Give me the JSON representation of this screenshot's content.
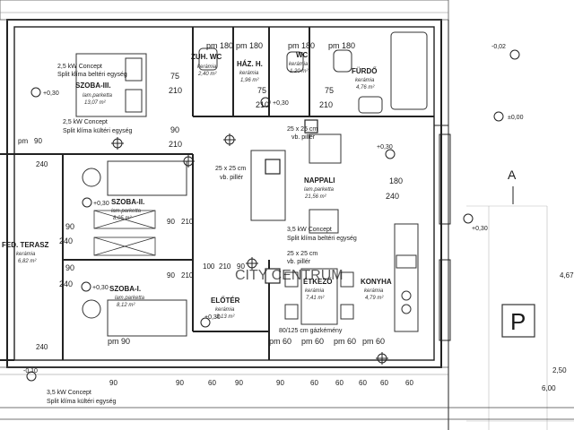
{
  "rooms": [
    {
      "id": "szoba3",
      "name": "SZOBA-III.",
      "floor": "lam.parketta",
      "area": "13,07 m²"
    },
    {
      "id": "zuh",
      "name": "ZUH. WC",
      "floor": "kerámia",
      "area": "2,40 m²"
    },
    {
      "id": "haz",
      "name": "HÁZ. H.",
      "floor": "kerámia",
      "area": "1,96 m²"
    },
    {
      "id": "wc",
      "name": "WC",
      "floor": "kerámia",
      "area": "1,20 m²"
    },
    {
      "id": "furdo",
      "name": "FÜRDŐ",
      "floor": "kerámia",
      "area": "4,76 m²"
    },
    {
      "id": "szoba2",
      "name": "SZOBA-II.",
      "floor": "lam.parketta",
      "area": "8,05 m²"
    },
    {
      "id": "nappali",
      "name": "NAPPALI",
      "floor": "lam.parketta",
      "area": "21,56 m²"
    },
    {
      "id": "terasz",
      "name": "FED. TERASZ",
      "floor": "kerámia",
      "area": "6,82 m²"
    },
    {
      "id": "szoba1",
      "name": "SZOBA-I.",
      "floor": "lam.parketta",
      "area": "8,12 m²"
    },
    {
      "id": "eloter",
      "name": "ELŐTÉR",
      "floor": "kerámia",
      "area": "3,13 m²"
    },
    {
      "id": "etkezo",
      "name": "ÉTKEZŐ",
      "floor": "kerámia",
      "area": "7,41 m²"
    },
    {
      "id": "konyha",
      "name": "KONYHA",
      "floor": "kerámia",
      "area": "4,79 m²"
    }
  ],
  "notes": {
    "ac_indoor_1": "2,5 kW Concept",
    "ac_indoor_1b": "Split klíma beltéri egység",
    "ac_outdoor_1": "2,5 kW Concept",
    "ac_outdoor_1b": "Split klíma kültéri egység",
    "pillar_1": "25 x 25 cm",
    "pillar_1b": "vb. pillér",
    "pillar_2": "25 x 25 cm",
    "pillar_2b": "vb. pillér",
    "pillar_3": "25 x 25 cm",
    "pillar_3b": "vb. pillér",
    "ac_indoor_2": "3,5 kW Concept",
    "ac_indoor_2b": "Split klíma beltéri egység",
    "chimney": "80/125 cm gázkémény",
    "ac_outdoor_2": "3,5 kW Concept",
    "ac_outdoor_2b": "Split klíma kültéri egység"
  },
  "levels": {
    "l1": "+0,30",
    "l2": "+0,30",
    "l3": "+0,30",
    "l4": "+0,30",
    "l5": "+0,30",
    "l6": "+0,30",
    "l7": "+0,30",
    "l8": "±0,00",
    "l9": "-0,02",
    "l10": "-0,10"
  },
  "dims": {
    "d_top_pm1": "pm 180",
    "d_top_pm2": "pm 180",
    "d_top_pm3": "pm 180",
    "d_top_pm4": "pm 180",
    "d_75_a": "75",
    "d_210_a": "210",
    "d_75_b": "75",
    "d_210_b": "210",
    "d_75_c": "75",
    "d_210_c": "210",
    "d_90_a": "90",
    "d_210_d": "210",
    "d_pm_left": "pm",
    "d_90_left": "90",
    "d_90_b": "90",
    "d_240_a": "240",
    "d_90_c": "90",
    "d_240_b": "240",
    "d_90_d": "90",
    "d_210_e": "210",
    "d_90_e": "90",
    "d_210_f": "210",
    "d_180_r": "180",
    "d_240_r": "240",
    "d_100": "100",
    "d_210_g": "210",
    "d_90_f": "90",
    "d_pm90_a": "pm 90",
    "d_pm60_a": "pm 60",
    "d_pm60_b": "pm 60",
    "d_pm60_c": "pm 60",
    "d_pm60_d": "pm 60",
    "d_240_l1": "240",
    "d_240_l2": "240",
    "d_b_90a": "90",
    "d_b_90b": "90",
    "d_b_90c": "90",
    "d_b_90d": "90",
    "d_b_60a": "60",
    "d_b_60b": "60",
    "d_b_60c": "60",
    "d_b_60d": "60",
    "d_b_60e": "60",
    "d_b_60f": "60",
    "d_r_467": "4,67",
    "d_r_600": "6,00",
    "d_r_250": "2,50"
  },
  "section_mark": "A",
  "parking_sign": "P",
  "watermark": "CITY CENTRUM"
}
